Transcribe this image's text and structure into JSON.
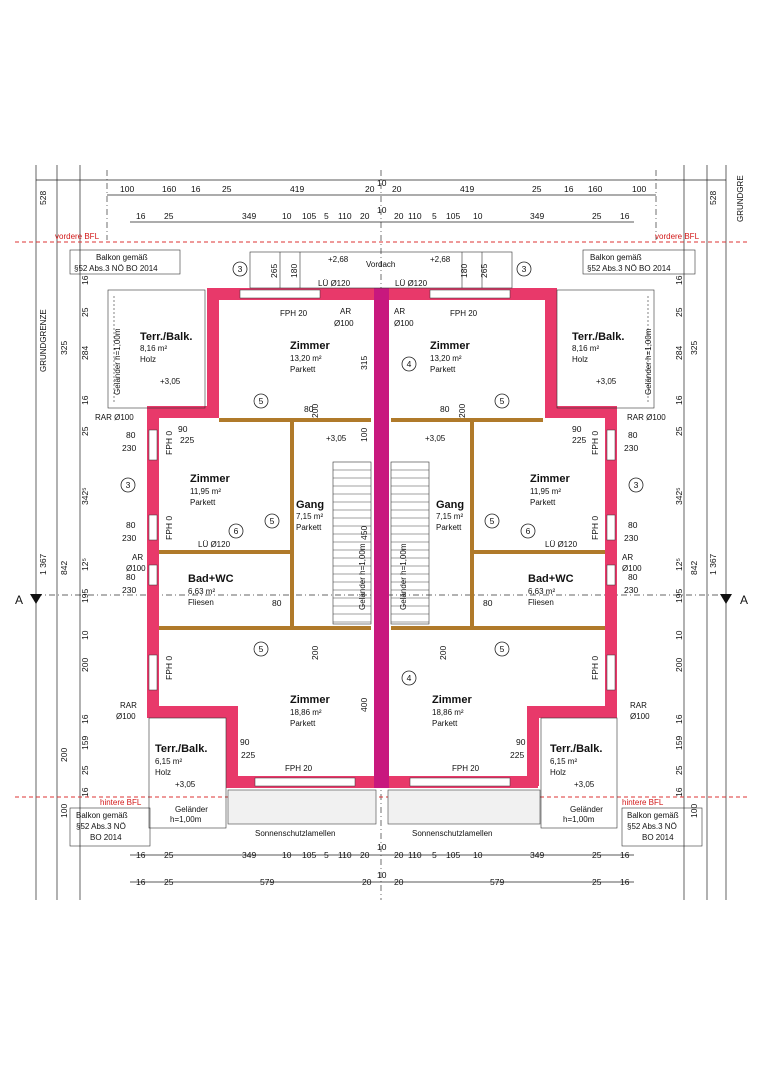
{
  "labels": {
    "grundgrenze_left": "GRUNDGRENZE",
    "grundgrenze_right": "GRUNDGRE",
    "vordere_bfl_left": "vordere BFL",
    "vordere_bfl_right": "vordere BFL",
    "hintere_bfl_left": "hintere BFL",
    "hintere_bfl_right": "hintere BFL",
    "balkon_top_left_1": "Balkon gemäß",
    "balkon_top_left_2": "§52 Abs.3 NÖ BO 2014",
    "balkon_top_right_1": "Balkon gemäß",
    "balkon_top_right_2": "§52 Abs.3 NÖ BO 2014",
    "balkon_bot_left_1": "Balkon gemäß",
    "balkon_bot_left_2": "§52 Abs.3 NÖ",
    "balkon_bot_left_3": "BO 2014",
    "balkon_bot_right_1": "Balkon gemäß",
    "balkon_bot_right_2": "§52 Abs.3 NÖ",
    "balkon_bot_right_3": "BO 2014",
    "vordach": "Vordach",
    "sonnenschutz_left": "Sonnenschutzlamellen",
    "sonnenschutz_right": "Sonnenschutzlamellen",
    "section_a_left": "A",
    "section_a_right": "A",
    "lu120_top_left": "LÜ Ø120",
    "lu120_top_right": "LÜ Ø120",
    "lu120_mid_left": "LÜ Ø120",
    "lu120_mid_right": "LÜ Ø120",
    "fph20_top_left": "FPH 20",
    "fph20_top_right": "FPH 20",
    "fph20_bot_left": "FPH 20",
    "fph20_bot_right": "FPH 20",
    "ar_left": "AR",
    "ar100_left": "Ø100",
    "ar_right": "AR",
    "ar100_right": "Ø100",
    "rar_left": "RAR Ø100",
    "rar_right": "RAR Ø100",
    "rar2_left_1": "RAR",
    "rar2_left_2": "Ø100",
    "rar2_right_1": "RAR",
    "rar2_right_2": "Ø100",
    "ar_side_left_1": "AR",
    "ar_side_left_2": "Ø100",
    "ar_side_right_1": "AR",
    "ar_side_right_2": "Ø100",
    "lvl_top_left": "+2,68",
    "lvl_top_right": "+2,68",
    "lvl_gang_left": "+3,05",
    "lvl_gang_right": "+3,05",
    "lvl_terr_tl": "+3,05",
    "lvl_terr_tr": "+3,05",
    "lvl_terr_bl": "+3,05",
    "lvl_terr_br": "+3,05",
    "gelaender_stair_left": "Geländer h=1,00m",
    "gelaender_stair_right": "Geländer h=1,00m",
    "gelaender_tl": "Geländer h=1,00m",
    "gelaender_tr": "Geländer h=1,00m",
    "gelaender_bl_1": "Geländer",
    "gelaender_bl_2": "h=1,00m",
    "gelaender_br_1": "Geländer",
    "gelaender_br_2": "h=1,00m"
  },
  "rooms": {
    "tl_terr": {
      "name": "Terr./Balk.",
      "area": "8,16 m²",
      "floor": "Holz"
    },
    "tr_terr": {
      "name": "Terr./Balk.",
      "area": "8,16 m²",
      "floor": "Holz"
    },
    "bl_terr": {
      "name": "Terr./Balk.",
      "area": "6,15 m²",
      "floor": "Holz"
    },
    "br_terr": {
      "name": "Terr./Balk.",
      "area": "6,15 m²",
      "floor": "Holz"
    },
    "tl_zimmer": {
      "name": "Zimmer",
      "area": "13,20 m²",
      "floor": "Parkett"
    },
    "tr_zimmer": {
      "name": "Zimmer",
      "area": "13,20 m²",
      "floor": "Parkett"
    },
    "ml_zimmer": {
      "name": "Zimmer",
      "area": "11,95 m²",
      "floor": "Parkett"
    },
    "mr_zimmer": {
      "name": "Zimmer",
      "area": "11,95 m²",
      "floor": "Parkett"
    },
    "l_gang": {
      "name": "Gang",
      "area": "7,15 m²",
      "floor": "Parkett"
    },
    "r_gang": {
      "name": "Gang",
      "area": "7,15 m²",
      "floor": "Parkett"
    },
    "l_bad": {
      "name": "Bad+WC",
      "area": "6,63 m²",
      "floor": "Fliesen"
    },
    "r_bad": {
      "name": "Bad+WC",
      "area": "6,63 m²",
      "floor": "Fliesen"
    },
    "bl_zimmer": {
      "name": "Zimmer",
      "area": "18,86 m²",
      "floor": "Parkett"
    },
    "br_zimmer": {
      "name": "Zimmer",
      "area": "18,86 m²",
      "floor": "Parkett"
    }
  },
  "dims": {
    "top_row1": [
      "100",
      "160",
      "16",
      "25",
      "419",
      "10",
      "20",
      "20",
      "419",
      "25",
      "16",
      "160",
      "100"
    ],
    "top_row2": [
      "16",
      "25",
      "349",
      "10",
      "105",
      "5",
      "110",
      "20",
      "10",
      "20",
      "110",
      "5",
      "105",
      "10",
      "349",
      "25",
      "16"
    ],
    "bot_row1": [
      "16",
      "25",
      "349",
      "10",
      "105",
      "5",
      "110",
      "20",
      "10",
      "20",
      "110",
      "5",
      "105",
      "10",
      "349",
      "25",
      "16"
    ],
    "bot_row2": [
      "16",
      "25",
      "579",
      "10",
      "20",
      "20",
      "579",
      "25",
      "16"
    ],
    "left_outer": [
      "528",
      "1 367",
      "842",
      "100"
    ],
    "left_inner": [
      "16",
      "25",
      "325",
      "284",
      "16",
      "25",
      "80",
      "230",
      "342⁵",
      "80",
      "230",
      "12⁵",
      "195",
      "10",
      "200",
      "16",
      "80",
      "230",
      "200",
      "159",
      "25",
      "16"
    ],
    "right_outer": [
      "528",
      "1 367",
      "842",
      "100"
    ],
    "room_misc": [
      "265",
      "180",
      "315",
      "100",
      "180",
      "265",
      "200",
      "80",
      "200",
      "80",
      "200",
      "200",
      "400",
      "80",
      "225",
      "90",
      "225",
      "90",
      "90",
      "225",
      "90",
      "225",
      "FPH 0",
      "FPH 0",
      "FPH 0",
      "FPH 0",
      "FPH 0",
      "FPH 0",
      "2,68",
      "450"
    ]
  },
  "markers": [
    "3",
    "3",
    "3",
    "3",
    "4",
    "4",
    "5",
    "5",
    "5",
    "5",
    "5",
    "5",
    "6",
    "6"
  ]
}
